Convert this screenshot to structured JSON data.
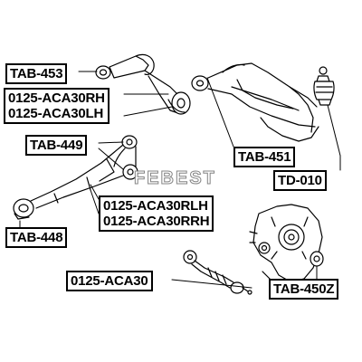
{
  "labels": {
    "tab453": "TAB-453",
    "aca30rh": "0125-ACA30RH",
    "aca30lh": "0125-ACA30LH",
    "tab449": "TAB-449",
    "tab451": "TAB-451",
    "td010": "TD-010",
    "tab448": "TAB-448",
    "aca30rlh": "0125-ACA30RLH",
    "aca30rrh": "0125-ACA30RRH",
    "aca30": "0125-ACA30",
    "tab450z": "TAB-450Z"
  },
  "watermark": "FEBEST"
}
